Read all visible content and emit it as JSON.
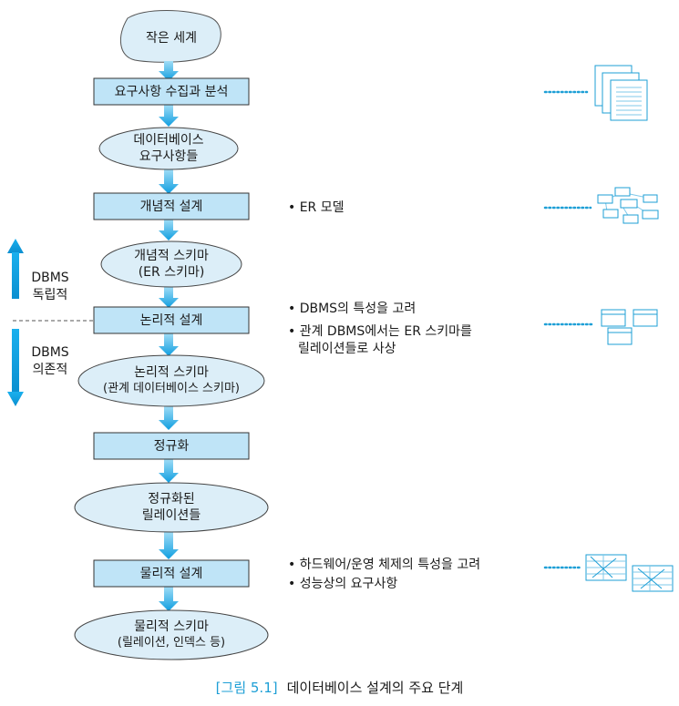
{
  "diagram": {
    "start": "작은 세계",
    "steps": [
      {
        "process": "요구사항 수집과 분석",
        "output": [
          "데이터베이스",
          "요구사항들"
        ],
        "notes": []
      },
      {
        "process": "개념적 설계",
        "output": [
          "개념적 스키마",
          "(ER 스키마)"
        ],
        "notes": [
          "• ER 모델"
        ]
      },
      {
        "process": "논리적 설계",
        "output": [
          "논리적 스키마",
          "(관계 데이터베이스 스키마)"
        ],
        "notes": [
          "• DBMS의 특성을 고려",
          "• 관계 DBMS에서는 ER 스키마를",
          "릴레이션들로 사상"
        ]
      },
      {
        "process": "정규화",
        "output": [
          "정규화된",
          "릴레이션들"
        ],
        "notes": []
      },
      {
        "process": "물리적 설계",
        "output": [
          "물리적 스키마",
          "(릴레이션, 인덱스 등)"
        ],
        "notes": [
          "• 하드웨어/운영 체제의 특성을 고려",
          "• 성능상의 요구사항"
        ]
      }
    ],
    "side_labels": {
      "independent": [
        "DBMS",
        "독립적"
      ],
      "dependent": [
        "DBMS",
        "의존적"
      ]
    },
    "icons": [
      "requirements-documents-icon",
      "er-diagram-icon",
      "relations-tables-icon",
      "physical-tables-icon"
    ],
    "colors": {
      "box_fill": "#bfe4f7",
      "ellipse_fill": "#dceef8",
      "arrow": "#19a7e6",
      "dotted": "#1e9fd6",
      "caption_label": "#1e9fd6"
    }
  },
  "caption": {
    "label": "[그림 5.1]",
    "text": "데이터베이스 설계의 주요 단계"
  }
}
